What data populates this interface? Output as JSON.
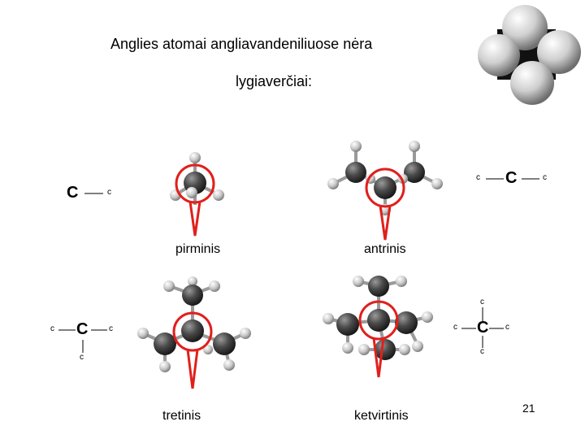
{
  "slide": {
    "title_line1": "Anglies atomai angliavandeniliuose nėra",
    "title_line2": "lygiaverčiai:",
    "page_number": "21"
  },
  "labels": {
    "primary": "pirminis",
    "secondary": "antrinis",
    "tertiary": "tretinis",
    "quaternary": "ketvirtinis"
  },
  "schematics": {
    "carbon_big": "C",
    "carbon_small": "c"
  },
  "colors": {
    "highlight": "#e0201c",
    "carbon_atom": "#4a4a4a",
    "hydrogen_atom": "#d0d0d0",
    "bond": "#999999"
  }
}
